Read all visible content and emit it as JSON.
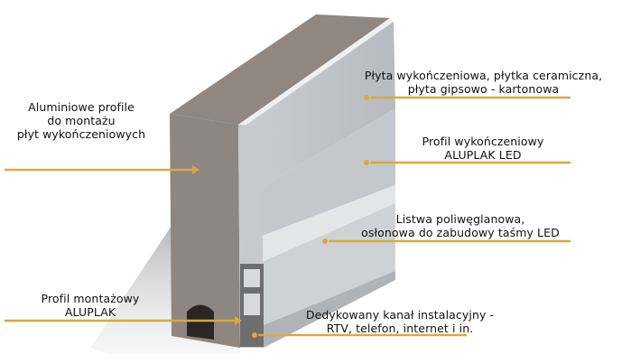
{
  "accent_color": "#d9a842",
  "labels": {
    "aluminum_profiles": [
      "Aluminiowe profile",
      "do montażu",
      "płyt wykończeniowych"
    ],
    "finish_board": [
      "Płyta wykończeniowa, płytka ceramiczna,",
      "płyta gipsowo - kartonowa"
    ],
    "finish_profile": [
      "Profil wykończeniowy",
      "ALUPLAK LED"
    ],
    "polycarbonate_strip": [
      "Listwa poliwęglanowa,",
      "osłonowa do zabudowy taśmy LED"
    ],
    "mounting_profile": [
      "Profil montażowy",
      "ALUPLAK"
    ],
    "installation_channel": [
      "Dedykowany kanał instalacyjny -",
      "RTV, telefon, internet i in."
    ]
  }
}
